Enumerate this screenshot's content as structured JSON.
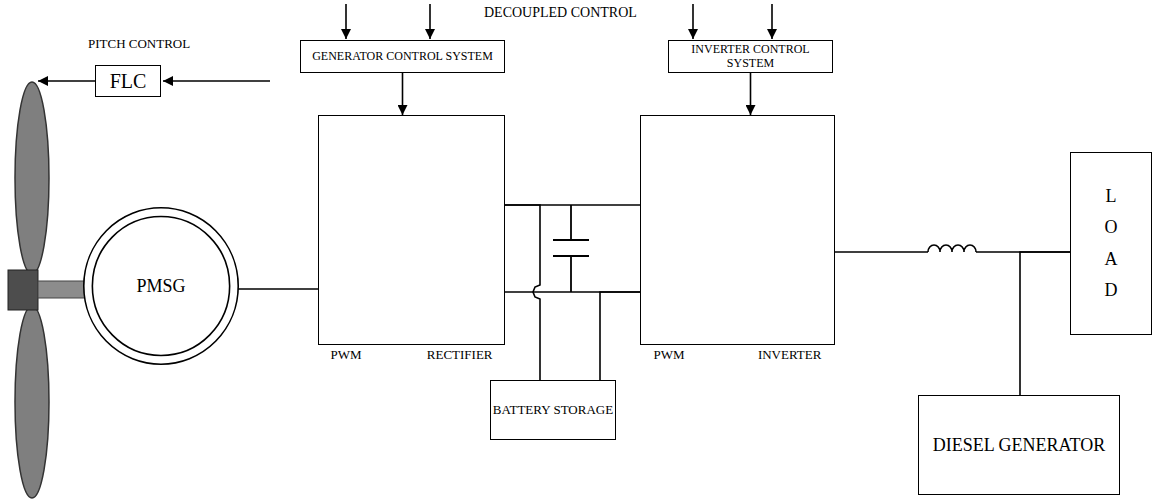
{
  "diagram": {
    "nodes": [
      {
        "text": [
          "FLC",
          "PITCH CONTROL"
        ]
      },
      {
        "text": [
          "PMSG"
        ]
      },
      {
        "text": [
          "GENERATOR CONTROL SYSTEM"
        ]
      },
      {
        "text": [
          "PWM RECTIFIER"
        ]
      },
      {
        "text": [
          "BATTERY STORAGE"
        ]
      },
      {
        "text": [
          "INVERTER CONTROL SYSTEM"
        ]
      },
      {
        "text": [
          "PWM INVERTER"
        ]
      },
      {
        "text": [
          "LOAD"
        ]
      },
      {
        "text": [
          "DIESEL GENERATOR"
        ]
      }
    ],
    "edges": [
      {
        "from": 1,
        "to": 3,
        "arrow": "none"
      },
      {
        "from": 2,
        "to": 3,
        "arrow": "to"
      },
      {
        "from": 5,
        "to": 6,
        "arrow": "to"
      },
      {
        "from": 3,
        "to": 6,
        "arrow": "none"
      },
      {
        "from": 3,
        "to": 6,
        "arrow": "none"
      },
      {
        "from": 4,
        "to": 3,
        "arrow": "none"
      },
      {
        "from": 4,
        "to": 6,
        "arrow": "none"
      },
      {
        "from": 6,
        "to": 7,
        "arrow": "none"
      },
      {
        "from": 8,
        "to": 7,
        "arrow": "none"
      }
    ],
    "labels": [
      "DECOUPLED CONTROL"
    ]
  }
}
